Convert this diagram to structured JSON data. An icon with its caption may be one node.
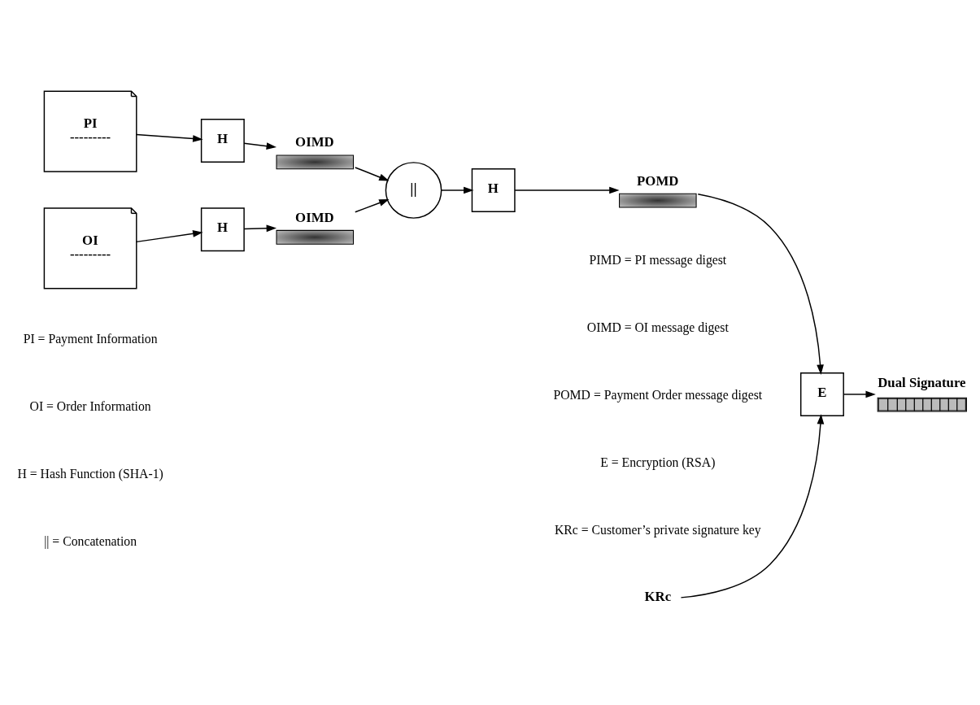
{
  "diagram": {
    "nodes": [
      {
        "text": [
          "PI",
          "---------"
        ]
      },
      {
        "text": [
          "H"
        ]
      },
      {
        "text": [],
        "shape": "bar",
        "beside": [
          "OIMD"
        ]
      },
      {
        "text": [
          "OI",
          "---------"
        ]
      },
      {
        "text": [
          "H"
        ]
      },
      {
        "text": [],
        "shape": "bar",
        "beside": [
          "OIMD"
        ]
      },
      {
        "text": [
          "||"
        ]
      },
      {
        "text": [
          "H"
        ]
      },
      {
        "text": [],
        "shape": "bar",
        "beside": [
          "POMD"
        ]
      },
      {
        "text": [
          "KRc"
        ]
      },
      {
        "text": [
          "E"
        ]
      },
      {
        "text": [],
        "shape": "bar",
        "beside": [
          "Dual Signature"
        ]
      }
    ],
    "edges": [
      {
        "from": 0,
        "to": 1,
        "arrow": "to"
      },
      {
        "from": 1,
        "to": 2,
        "arrow": "to"
      },
      {
        "from": 2,
        "to": 6,
        "arrow": "to"
      },
      {
        "from": 3,
        "to": 4,
        "arrow": "to"
      },
      {
        "from": 4,
        "to": 5,
        "arrow": "to"
      },
      {
        "from": 5,
        "to": 6,
        "arrow": "to"
      },
      {
        "from": 6,
        "to": 7,
        "arrow": "to"
      },
      {
        "from": 7,
        "to": 8,
        "arrow": "to"
      },
      {
        "from": 8,
        "to": 10,
        "arrow": "to"
      },
      {
        "from": 9,
        "to": 10,
        "arrow": "to"
      },
      {
        "from": 10,
        "to": 11,
        "arrow": "to"
      }
    ],
    "labels": [
      "PI = Payment Information",
      "OI = Order Information",
      "H = Hash Function (SHA-1)",
      "|| = Concatenation",
      "PIMD = PI message digest",
      "OIMD = OI message digest",
      "POMD = Payment Order message digest",
      "E = Encryption (RSA)",
      "KRc = Customer’s private signature key"
    ]
  }
}
